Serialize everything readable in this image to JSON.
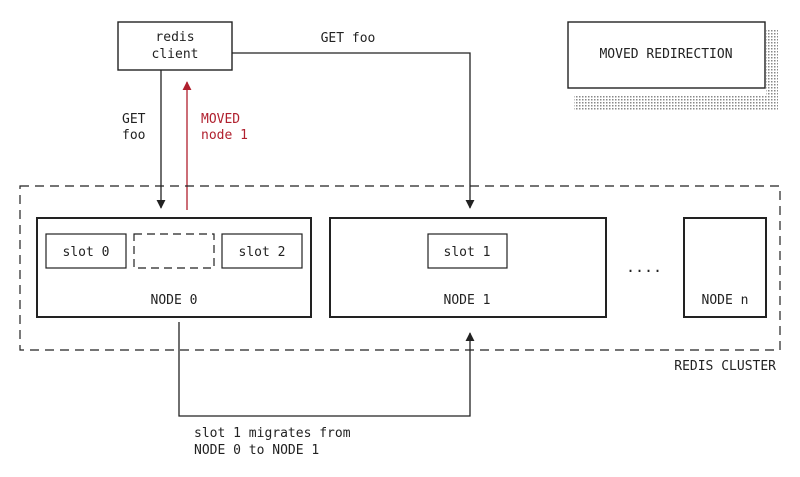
{
  "title_box": {
    "label": "MOVED REDIRECTION"
  },
  "client": {
    "line1": "redis",
    "line2": "client"
  },
  "arrows": {
    "client_to_node0": {
      "line1": "GET",
      "line2": "foo"
    },
    "node0_to_client": {
      "line1": "MOVED",
      "line2": "node 1"
    },
    "client_to_node1": {
      "label": "GET foo"
    },
    "migration": {
      "line1": "slot 1 migrates from",
      "line2": "NODE 0 to NODE 1"
    }
  },
  "cluster": {
    "label": "REDIS CLUSTER",
    "ellipsis": "...."
  },
  "nodes": [
    {
      "name": "NODE 0",
      "slots": [
        "slot 0",
        "slot 2"
      ]
    },
    {
      "name": "NODE 1",
      "slots": [
        "slot 1"
      ]
    },
    {
      "name": "NODE n",
      "slots": []
    }
  ],
  "colors": {
    "ink": "#222222",
    "moved_accent": "#b0202e",
    "shadow_dots": "#888888",
    "background": "#ffffff"
  }
}
